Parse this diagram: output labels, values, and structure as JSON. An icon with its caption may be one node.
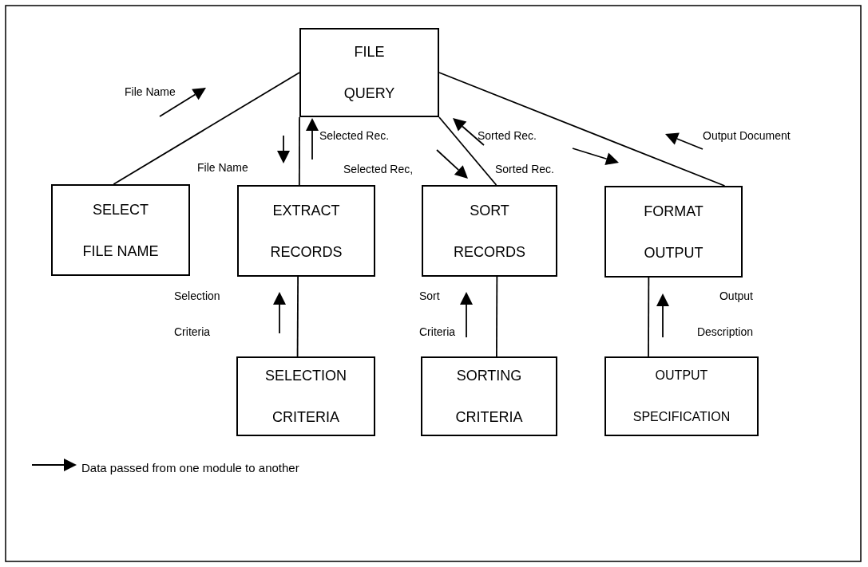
{
  "diagram": {
    "nodes": [
      {
        "text": [
          "FILE QUERY"
        ]
      },
      {
        "text": [
          "SELECT FILE NAME"
        ]
      },
      {
        "text": [
          "EXTRACT RECORDS"
        ]
      },
      {
        "text": [
          "SORT RECORDS"
        ]
      },
      {
        "text": [
          "FORMAT OUTPUT"
        ]
      },
      {
        "text": [
          "SELECTION CRITERIA"
        ]
      },
      {
        "text": [
          "SORTING CRITERIA"
        ]
      },
      {
        "text": [
          "OUTPUT SPECIFICATION"
        ]
      }
    ],
    "edges": [
      {
        "from": 0,
        "to": 1,
        "arrow": "none"
      },
      {
        "from": 0,
        "to": 2,
        "arrow": "none"
      },
      {
        "from": 0,
        "to": 3,
        "arrow": "none"
      },
      {
        "from": 0,
        "to": 4,
        "arrow": "none"
      },
      {
        "from": 2,
        "to": 5,
        "arrow": "none"
      },
      {
        "from": 3,
        "to": 6,
        "arrow": "none"
      },
      {
        "from": 4,
        "to": 7,
        "arrow": "none"
      }
    ],
    "labels": [
      "File Name",
      "Selected Rec.",
      "Sorted Rec.",
      "Output Document",
      "File Name",
      "Selected Rec,",
      "Sorted Rec.",
      "Selection Criteria",
      "Sort Criteria",
      "Output Description"
    ],
    "legend": [
      {
        "text": "Data passed from one module to another"
      }
    ]
  }
}
